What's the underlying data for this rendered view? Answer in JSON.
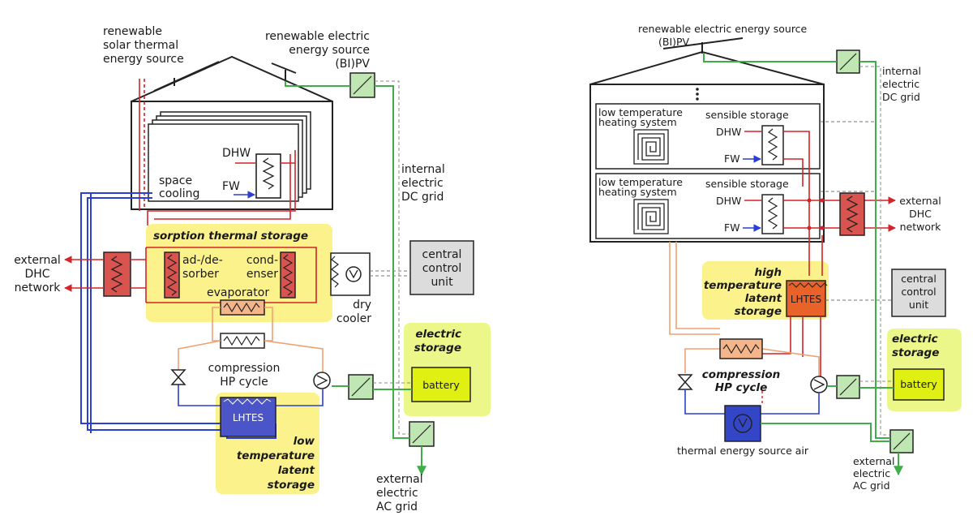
{
  "left": {
    "solar_source": [
      "renewable",
      "solar thermal",
      "energy source"
    ],
    "electric_source": [
      "renewable electric",
      "energy source",
      "(BI)PV"
    ],
    "dc_grid": [
      "internal",
      "electric",
      "DC grid"
    ],
    "dhw": "DHW",
    "fw": "FW",
    "space_cooling": [
      "space",
      "cooling"
    ],
    "sorption_title": "sorption thermal storage",
    "external_dhc": [
      "external",
      "DHC",
      "network"
    ],
    "adsorber": [
      "ad-/de-",
      "sorber"
    ],
    "condenser": [
      "cond-",
      "enser"
    ],
    "evaporator": "evaporator",
    "dry_cooler": [
      "dry",
      "cooler"
    ],
    "central_control": [
      "central",
      "control",
      "unit"
    ],
    "compression": [
      "compression",
      "HP cycle"
    ],
    "electric_storage": [
      "electric",
      "storage"
    ],
    "battery": "battery",
    "lhtes": "LHTES",
    "low_temp_latent": [
      "low",
      "temperature",
      "latent",
      "storage"
    ],
    "ac_grid": [
      "external",
      "electric",
      "AC grid"
    ]
  },
  "right": {
    "electric_source": [
      "renewable electric energy source",
      "(BI)PV"
    ],
    "dc_grid": [
      "internal",
      "electric",
      "DC grid"
    ],
    "floor1_heating": [
      "low temperature",
      "heating system"
    ],
    "floor1_sensible": "sensible storage",
    "floor2_heating": [
      "low temperature",
      "heating system"
    ],
    "floor2_sensible": "sensible storage",
    "dhw": "DHW",
    "fw": "FW",
    "external_dhc": [
      "external",
      "DHC",
      "network"
    ],
    "high_temp_latent": [
      "high",
      "temperature",
      "latent",
      "storage"
    ],
    "lhtes": "LHTES",
    "central_control": [
      "central",
      "control",
      "unit"
    ],
    "electric_storage": [
      "electric",
      "storage"
    ],
    "battery": "battery",
    "compression": [
      "compression",
      "HP cycle"
    ],
    "air_source": "thermal energy source air",
    "ac_grid": [
      "external",
      "electric",
      "AC grid"
    ]
  },
  "colors": {
    "hot_red": "#d4242a",
    "cold_blue": "#2a3fd4",
    "dc_green": "#3fae49",
    "hp_orange": "#f0a070",
    "yellow_panel": "#fbf28c",
    "green_panel": "#ecf78a",
    "hx_red": "#d9534f",
    "lhtes_blue": "#4b55c8",
    "lhtes_orange": "#e8622a",
    "control_grey": "#dcdcdc"
  }
}
